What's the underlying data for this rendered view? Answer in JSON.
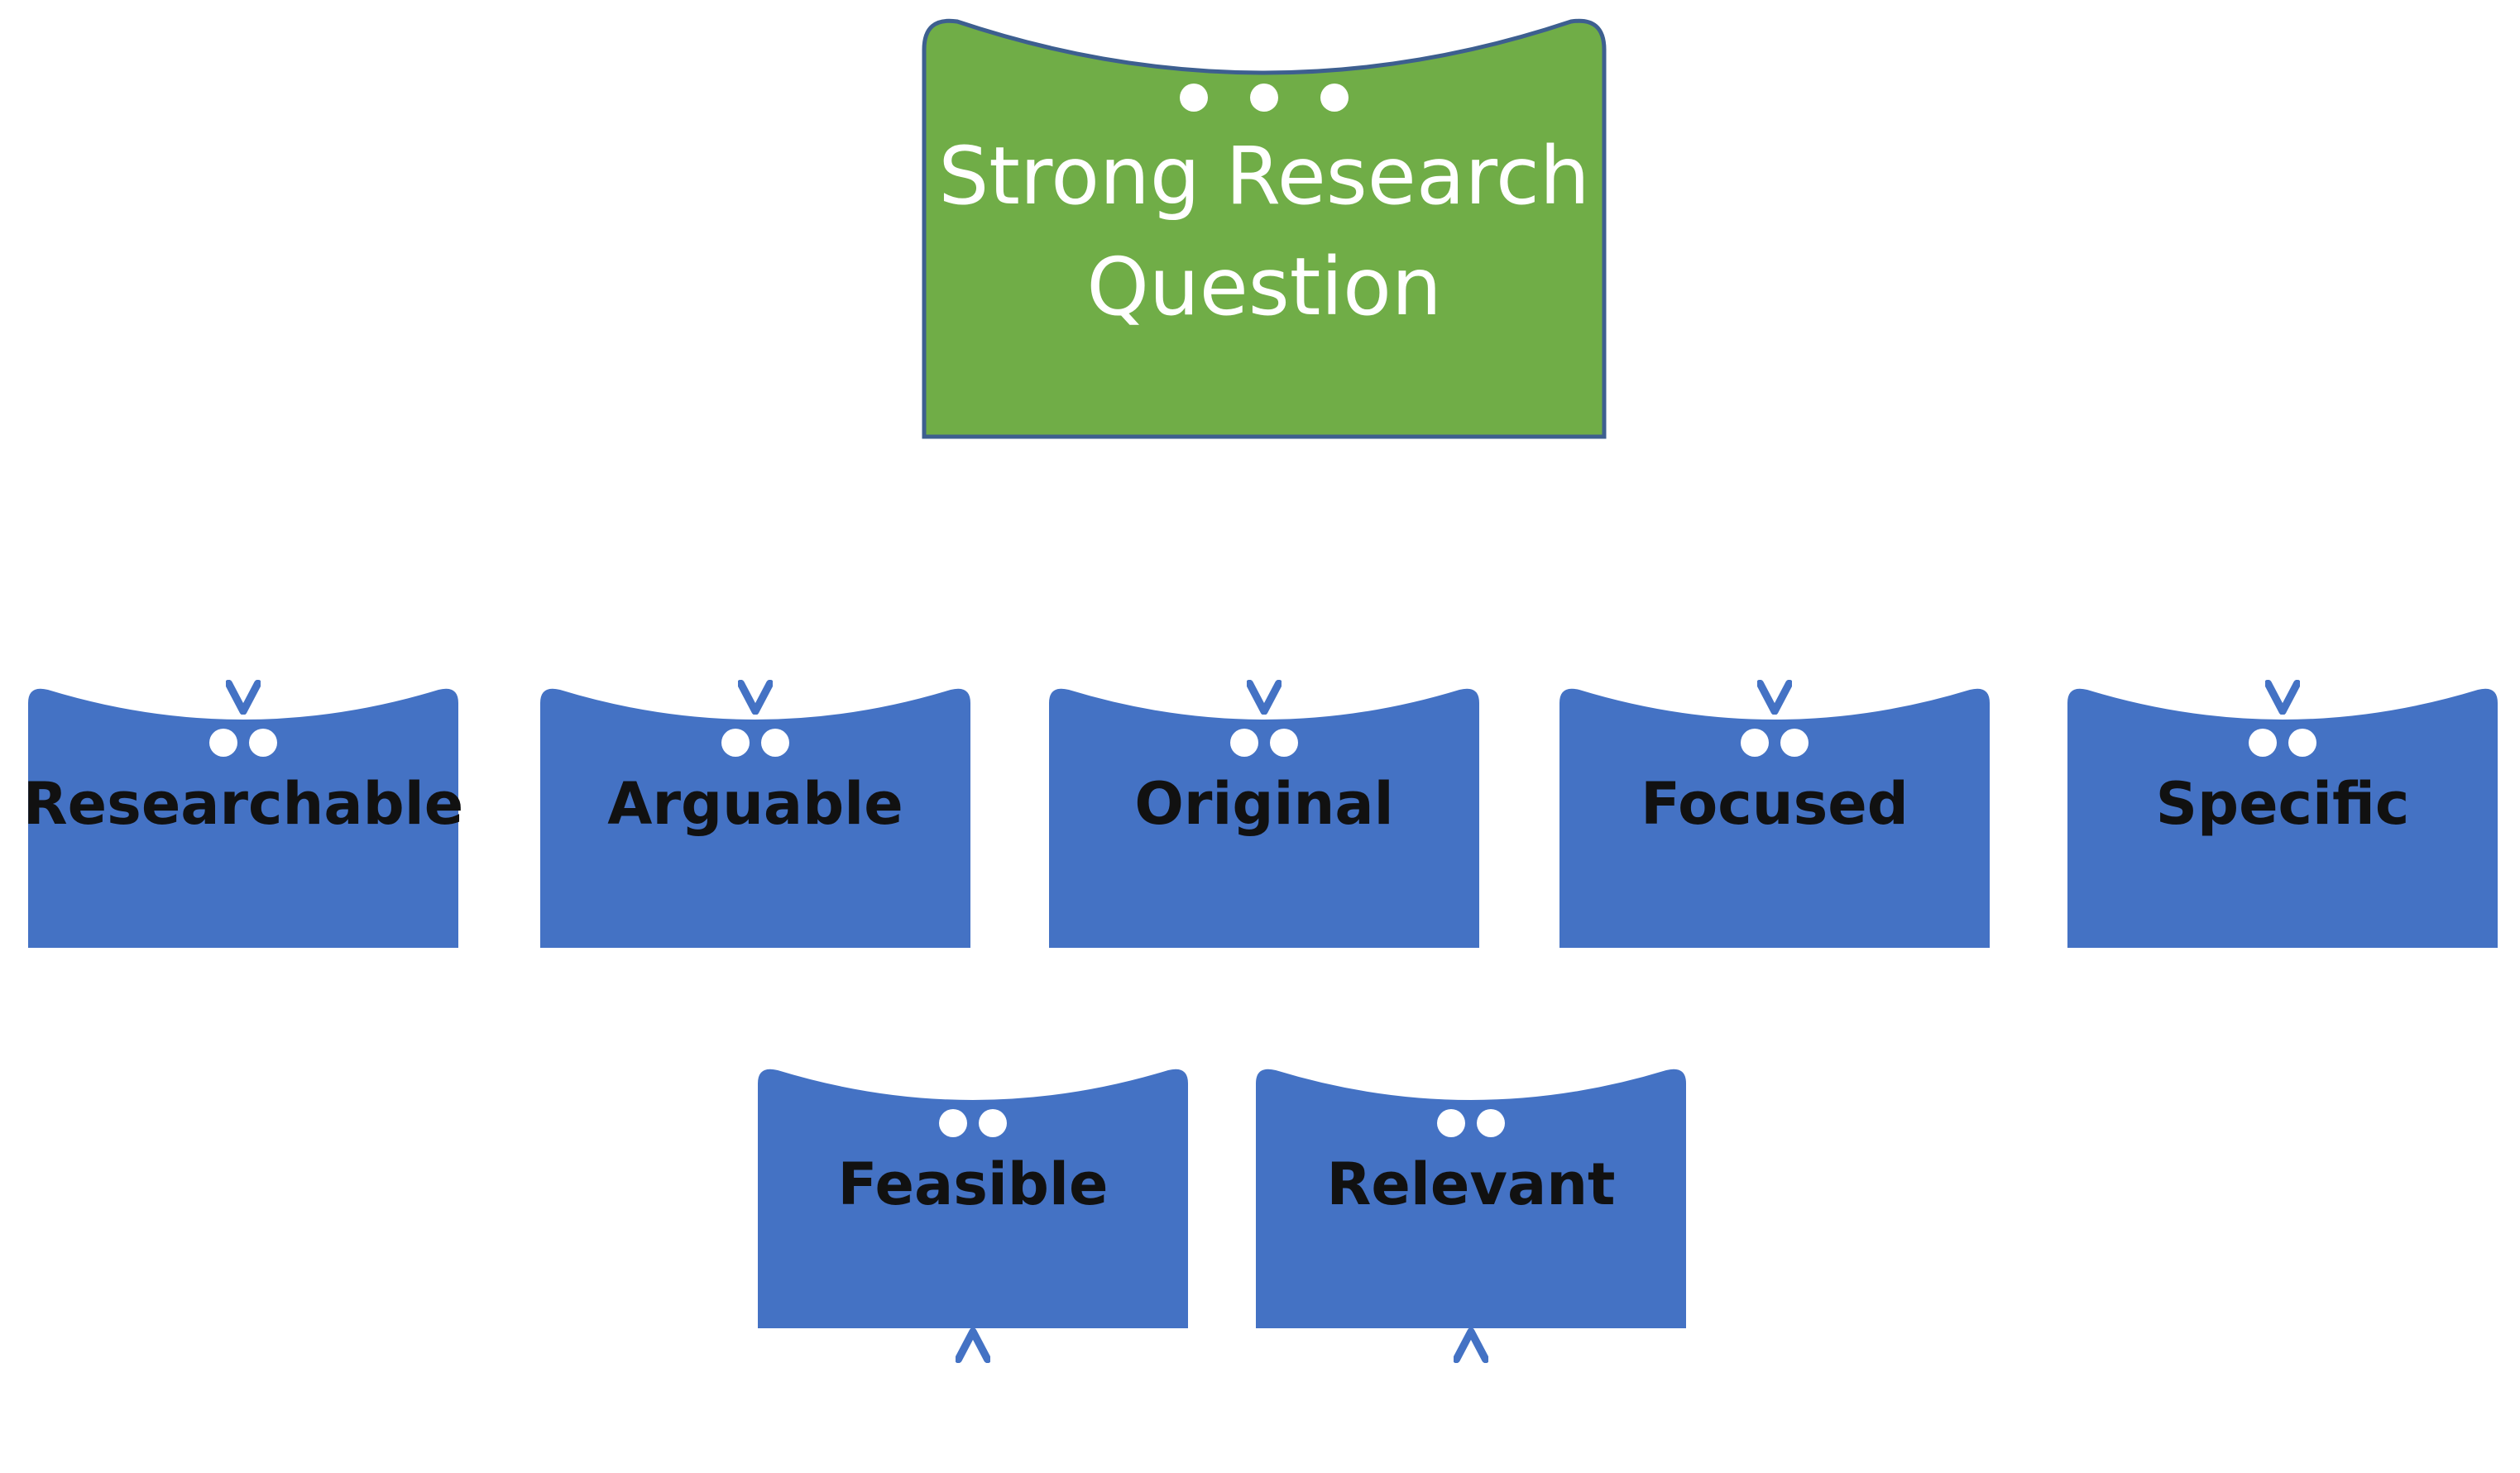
{
  "colors": {
    "root_fill": "#70ad47",
    "root_stroke": "#3d5f8f",
    "child_fill": "#4472c4",
    "connector": "#4472c4",
    "root_text": "#ffffff",
    "child_text": "#111111",
    "dot": "#ffffff"
  },
  "root": {
    "line1": "Strong Research",
    "line2": "Question"
  },
  "children": [
    {
      "label": "Researchable"
    },
    {
      "label": "Arguable"
    },
    {
      "label": "Original"
    },
    {
      "label": "Focused"
    },
    {
      "label": "Specific"
    },
    {
      "label": "Feasible"
    },
    {
      "label": "Relevant"
    }
  ]
}
